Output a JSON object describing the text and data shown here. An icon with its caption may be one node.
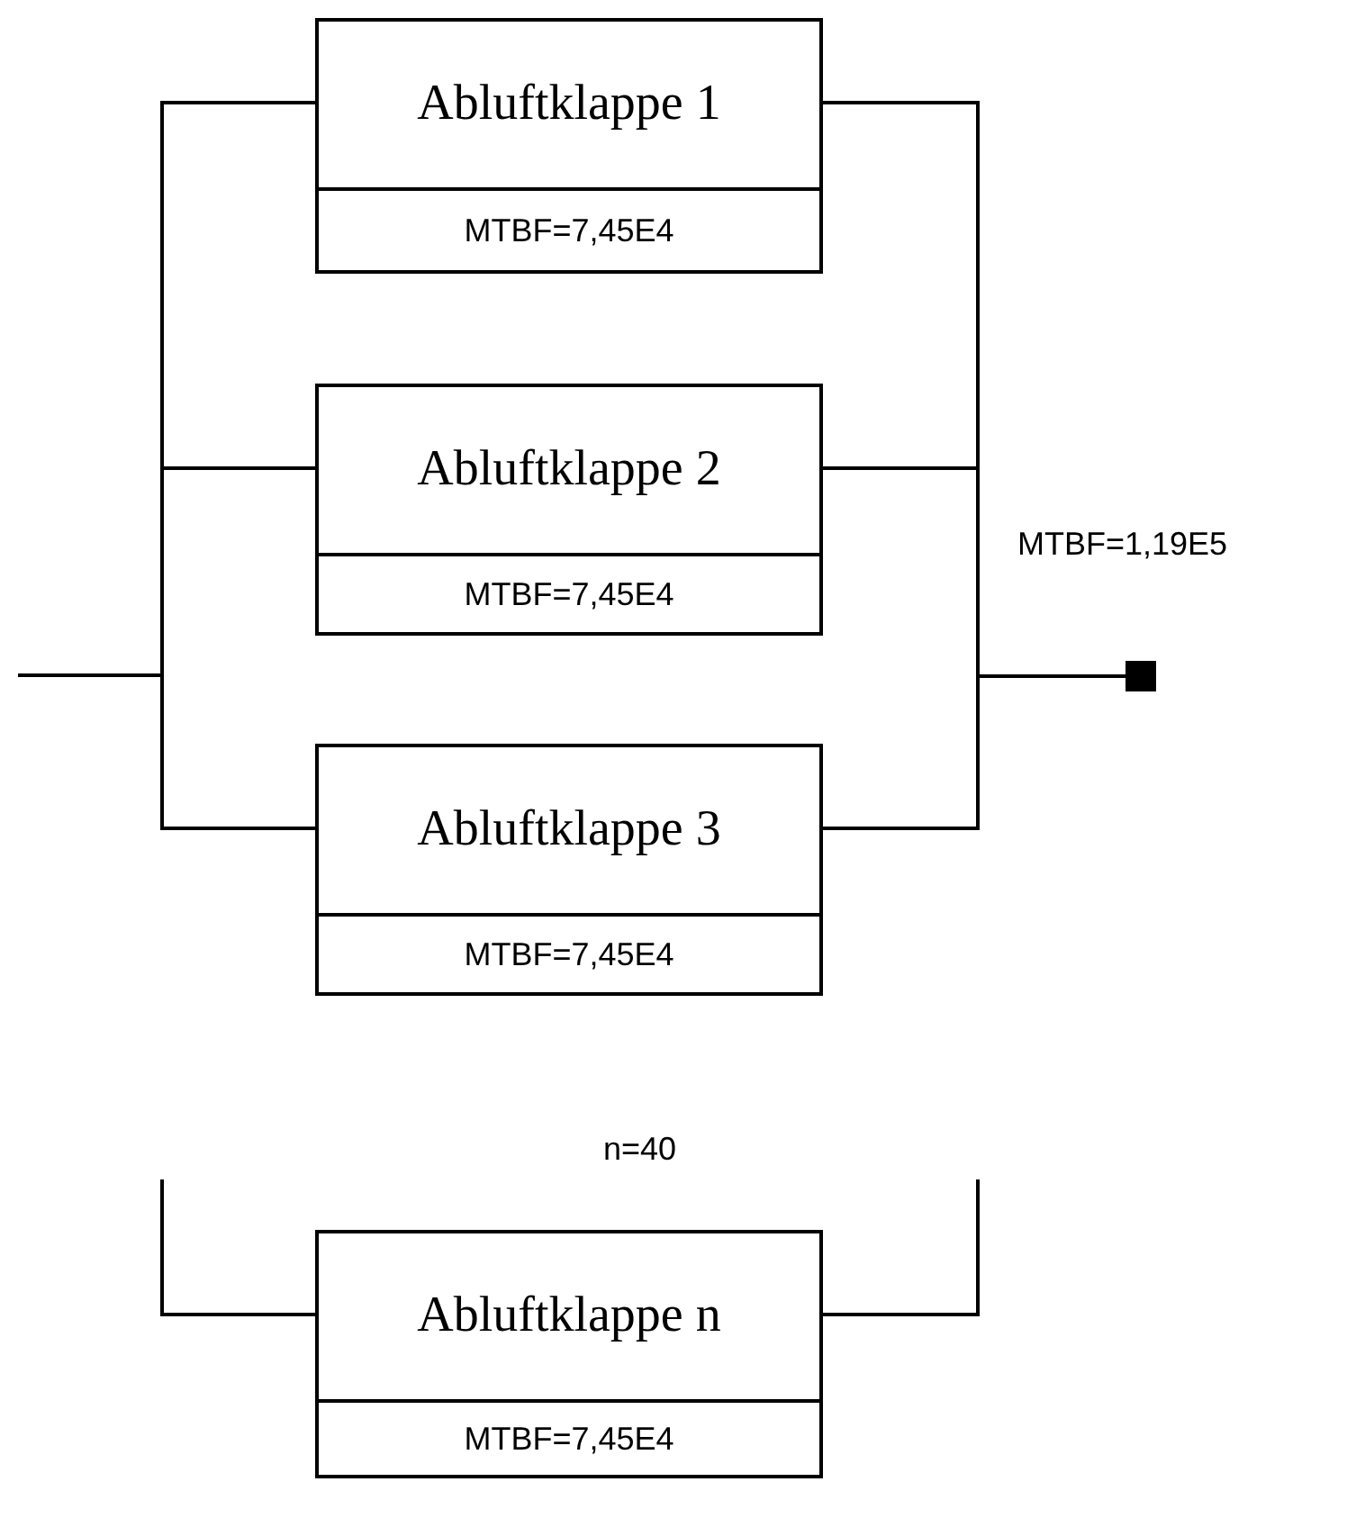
{
  "diagram": {
    "nodes": [
      {
        "text": [
          "Abluftklappe 1",
          "MTBF=7,45E4"
        ]
      },
      {
        "text": [
          "Abluftklappe 2",
          "MTBF=7,45E4"
        ]
      },
      {
        "text": [
          "Abluftklappe 3",
          "MTBF=7,45E4"
        ]
      },
      {
        "text": [
          "Abluftklappe n",
          "MTBF=7,45E4"
        ]
      },
      {
        "text": [],
        "shape": "box",
        "beside": [
          "MTBF=1,19E5"
        ]
      }
    ],
    "edges": [
      {
        "from": null,
        "to": 0,
        "arrow": "none"
      },
      {
        "from": null,
        "to": 1,
        "arrow": "none"
      },
      {
        "from": null,
        "to": 2,
        "arrow": "none"
      },
      {
        "from": null,
        "to": 3,
        "arrow": "none"
      },
      {
        "from": 0,
        "to": 4,
        "arrow": "none"
      },
      {
        "from": 1,
        "to": 4,
        "arrow": "none"
      },
      {
        "from": 2,
        "to": 4,
        "arrow": "none"
      },
      {
        "from": 3,
        "to": null,
        "arrow": "none"
      }
    ],
    "labels": [
      "n=40"
    ]
  }
}
